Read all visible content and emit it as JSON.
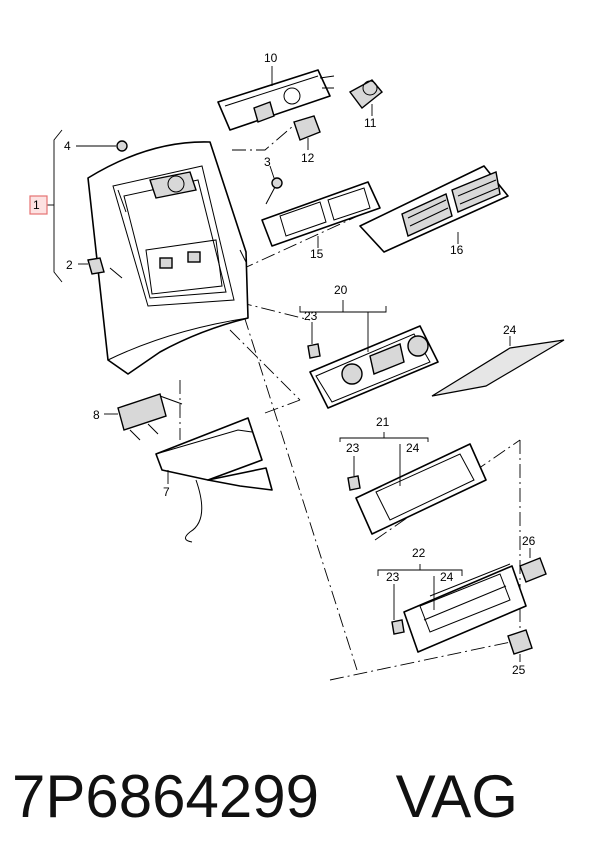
{
  "callouts": {
    "c1": "1",
    "c2": "2",
    "c3": "3",
    "c4": "4",
    "c7": "7",
    "c8": "8",
    "c10": "10",
    "c11": "11",
    "c12": "12",
    "c15": "15",
    "c16": "16",
    "c20": "20",
    "c21": "21",
    "c22": "22",
    "c23a": "23",
    "c23b": "23",
    "c23c": "23",
    "c24a": "24",
    "c24b": "24",
    "c24c": "24",
    "c25": "25",
    "c26": "26"
  },
  "footer": {
    "part_number": "7P6864299",
    "brand": "VAG"
  },
  "colors": {
    "highlight_box": "#e57373",
    "highlight_fill": "#fde2e2",
    "line": "#000000"
  }
}
